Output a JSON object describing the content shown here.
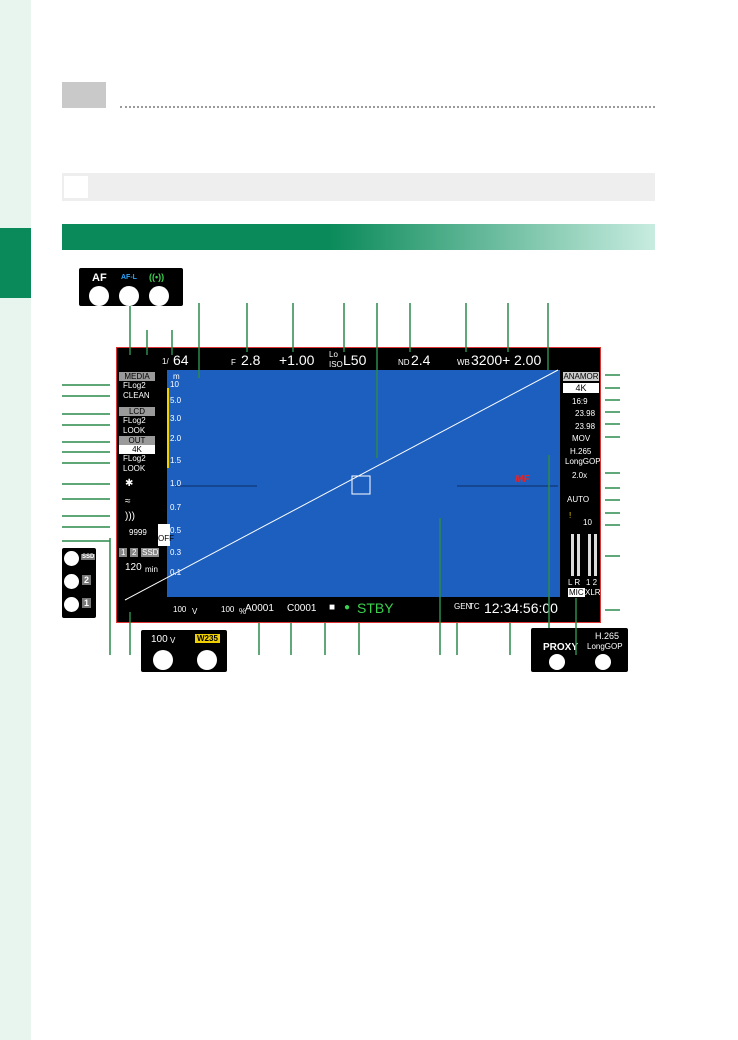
{
  "top": {
    "af_labels": [
      "AF",
      "AF-L",
      "((•))"
    ],
    "af_icon": "AF"
  },
  "hud": {
    "shutter_prefix": "1/",
    "shutter": "64",
    "f_prefix": "F",
    "aperture": "2.8",
    "exposure_comp": "+1.00",
    "iso_lo": "Lo",
    "iso_label": "ISO",
    "iso": "L50",
    "nd_label": "ND",
    "nd": "2.4",
    "wb_label": "WB",
    "wb": "3200+",
    "zoom": "2.00",
    "media_label": "MEDIA",
    "media_flog": "FLog2",
    "media_mode": "CLEAN",
    "lcd_label": "LCD",
    "lcd_flog": "FLog2",
    "lcd_mode": "LOOK",
    "out_label": "OUT",
    "out_res": "4K",
    "out_flog": "FLog2",
    "out_mode": "LOOK",
    "frames": "9999",
    "rec_time": "120",
    "rec_unit": "min",
    "cards": [
      "1",
      "2",
      "SSD"
    ],
    "af_off": "OFF",
    "scale_unit": "m",
    "distance_scale": [
      "10",
      "5.0",
      "3.0",
      "2.0",
      "1.5",
      "1.0",
      "0.7",
      "0.5",
      "0.3",
      "0.1"
    ],
    "voltage": "100",
    "voltage_unit": "V",
    "battery": "100",
    "battery_unit": "%",
    "clip_a": "A0001",
    "clip_c": "C0001",
    "status": "STBY",
    "tc_gen": "GEN",
    "tc_label": "TC",
    "timecode": "12:34:56:00",
    "anamor": "ANAMOR",
    "res": "4K",
    "aspect": "16:9",
    "fps1": "23.98",
    "fps2": "23.98",
    "container": "MOV",
    "codec": "H.265",
    "codec_sub": "LongGOP",
    "squeeze": "2.0x",
    "auto_label": "AUTO",
    "audio_lr": "L R",
    "audio_12": "1  2",
    "mic": "MIC",
    "xlr": "XLR",
    "mf": "MF",
    "ten": "10"
  },
  "bottom_callouts": {
    "voltage": "100",
    "voltage_unit": "V",
    "w_label": "W235",
    "proxy": "PROXY",
    "codec": "H.265",
    "codec_sub": "LongGOP"
  },
  "side_callout": {
    "ssd": "SSD",
    "two": "2",
    "one": "1"
  }
}
